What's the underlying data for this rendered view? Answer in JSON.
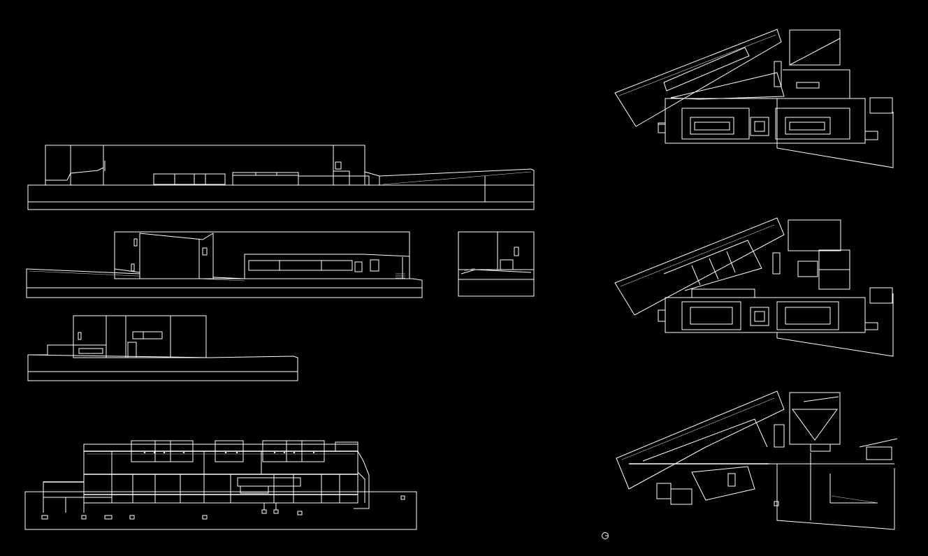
{
  "sheet": {
    "background": "#000000",
    "line_color": "#ffffff",
    "drawings": [
      {
        "id": "elevation-1",
        "kind": "elevation"
      },
      {
        "id": "elevation-2",
        "kind": "elevation"
      },
      {
        "id": "elevation-3-small",
        "kind": "elevation"
      },
      {
        "id": "elevation-4",
        "kind": "elevation"
      },
      {
        "id": "section-1",
        "kind": "section"
      },
      {
        "id": "plan-upper",
        "kind": "floor-plan"
      },
      {
        "id": "plan-middle",
        "kind": "floor-plan"
      },
      {
        "id": "plan-ground",
        "kind": "floor-plan"
      }
    ],
    "north_arrow_icon": "north-arrow-icon"
  }
}
